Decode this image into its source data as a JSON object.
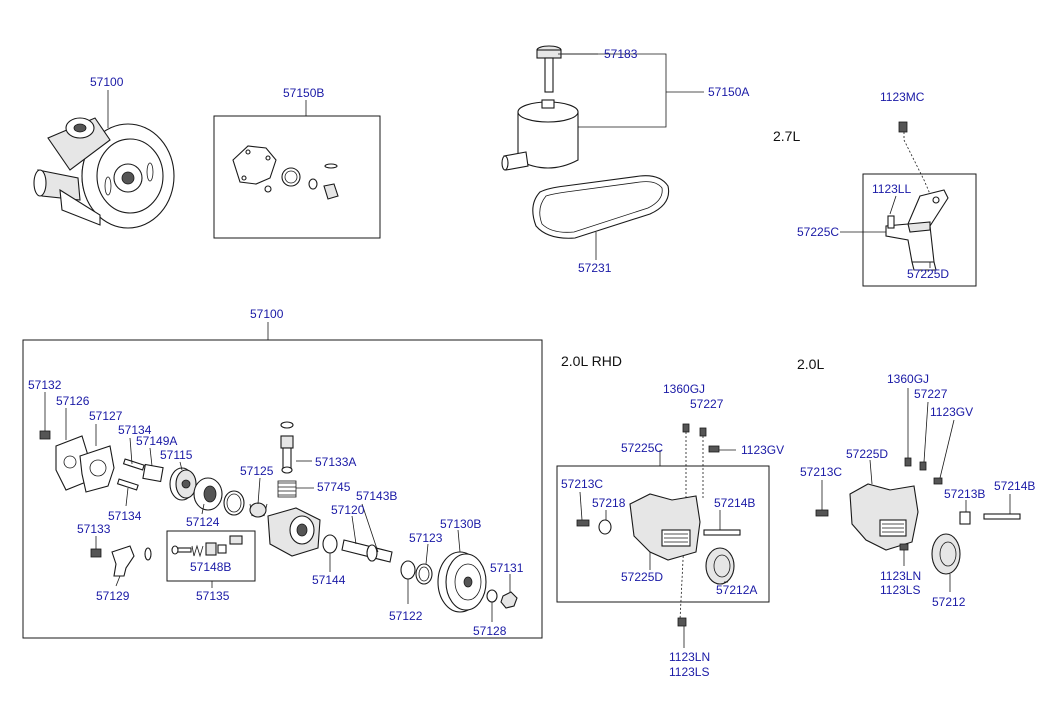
{
  "sections": {
    "s27L": "2.7L",
    "s20L_RHD": "2.0L RHD",
    "s20L": "2.0L"
  },
  "labels": {
    "p57100_top": "57100",
    "p57150B": "57150B",
    "p57183": "57183",
    "p57150A": "57150A",
    "p57231": "57231",
    "p1123MC": "1123MC",
    "p1123LL": "1123LL",
    "p57225C_27": "57225C",
    "p57225D_27": "57225D",
    "p57100_main": "57100",
    "p57132": "57132",
    "p57126": "57126",
    "p57127": "57127",
    "p57134a": "57134",
    "p57149A": "57149A",
    "p57115": "57115",
    "p57134b": "57134",
    "p57124": "57124",
    "p57125": "57125",
    "p57133A": "57133A",
    "p57745": "57745",
    "p57143B": "57143B",
    "p57120": "57120",
    "p57130B": "57130B",
    "p57133": "57133",
    "p57148B": "57148B",
    "p57129": "57129",
    "p57135": "57135",
    "p57144": "57144",
    "p57123": "57123",
    "p57131": "57131",
    "p57122": "57122",
    "p57128": "57128",
    "r1360GJ": "1360GJ",
    "r57227": "57227",
    "r57225C": "57225C",
    "r1123GV": "1123GV",
    "r57213C": "57213C",
    "r57218": "57218",
    "r57214B": "57214B",
    "r57225D": "57225D",
    "r57212A": "57212A",
    "r1123LN": "1123LN",
    "r1123LS": "1123LS",
    "l1360GJ": "1360GJ",
    "l57227": "57227",
    "l1123GV": "1123GV",
    "l57225D": "57225D",
    "l57213C": "57213C",
    "l57213B": "57213B",
    "l57214B": "57214B",
    "l1123LN": "1123LN",
    "l1123LS": "1123LS",
    "l57212": "57212"
  }
}
